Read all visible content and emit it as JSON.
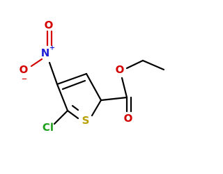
{
  "molecule": {
    "atoms": {
      "o_top": {
        "label": "O"
      },
      "n_nitro": {
        "label": "N",
        "charge": "+"
      },
      "o_minus": {
        "label": "O",
        "charge": "−"
      },
      "cl": {
        "label": "Cl"
      },
      "s": {
        "label": "S"
      },
      "o_ester": {
        "label": "O"
      },
      "o_carbonyl": {
        "label": "O"
      }
    },
    "colors": {
      "carbon": "#000000",
      "oxygen": "#d40000",
      "nitrogen": "#1f1fd6",
      "sulfur": "#b8a000",
      "chlorine": "#1fa01f"
    }
  }
}
